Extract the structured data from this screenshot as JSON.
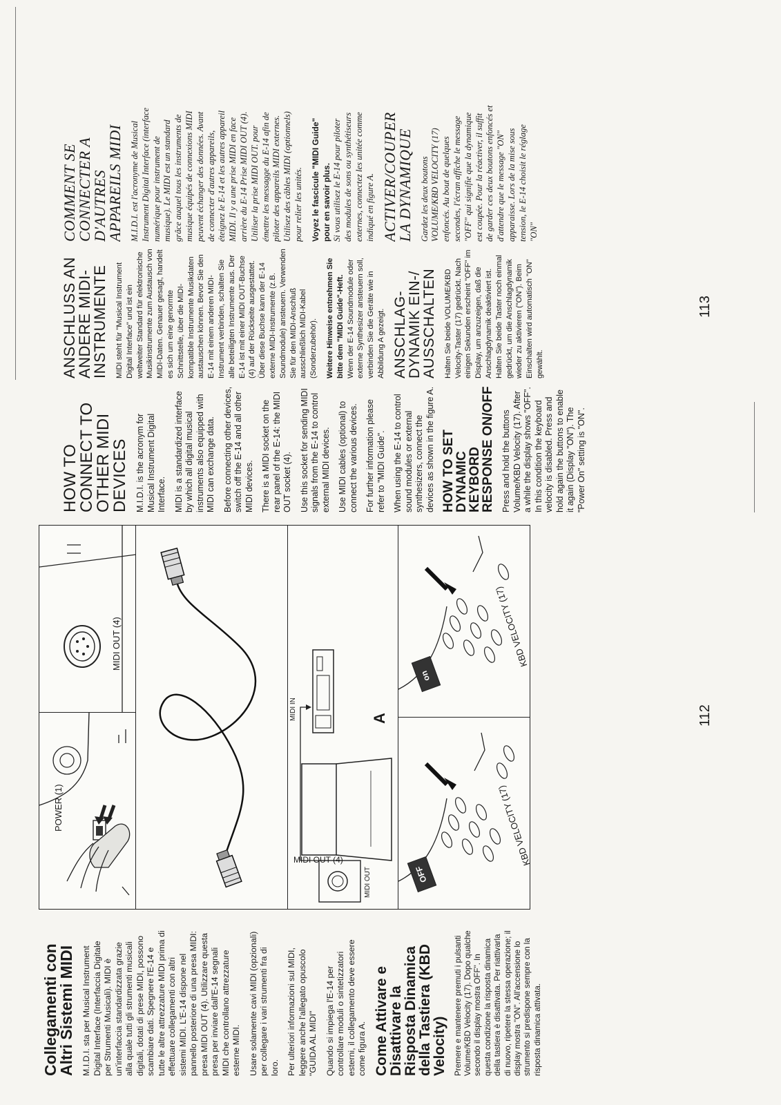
{
  "it": {
    "title": "Collegamenti con Altri Sistemi MIDI",
    "p1": "M.I.D.I. sta per Musical Instrument Digital Interface (Interfaccia Digitale per Strumenti Musicali). MIDI è un'interfaccia standardizzata grazie alla quale tutti gli strumenti musicali digitali, dotati di prese MIDI, possono scambiare dati. Spegnere l'E-14 e tutte le altre attrezzature MIDI prima di effettuare collegamenti con altri sistemi MIDI. L'E-14 dispone nel pannello posteriore di una presa MIDI: presa MIDI OUT (4). Utilizzare questa presa per inviare dall'E-14 segnali MIDI che controllano attrezzature esterne MIDI.",
    "p2": "Usare solamente cavi MIDI (opzionali) per collegare i vari strumenti fra di loro.",
    "p3": "Per ulteriori informazioni sul MIDI, leggere anche l'allegato opuscolo \"GUIDA AL MIDI\"",
    "p4": "Quando si impiega l'E-14 per controllare moduli o sintetizzatori esterni, il collegamento deve essere come figura A.",
    "title2": "Come Attivare e Disattivare la Risposta Dinamica della Tastiera (KBD Velocity)",
    "p5": "Premere e mantenere premuti i pulsanti Volume/KBD Velocity (17). Dopo qualche secondo il display mostra OFF\". In questa condizione la risposta dinamica della tastiera è disattivata. Per riattivarla di nuovo, ripetere la stessa operazione; il display mostra \"ON\". All'accensione lo strumento si predispone sempre con la risposta dinamica attivata."
  },
  "figures": {
    "power_label": "POWER (1)",
    "midi_out_label": "MIDI OUT (4)",
    "midi_out_socket_label": "MIDI OUT (4)",
    "midi_out_small": "MIDI OUT",
    "midi_in_label": "MIDI IN",
    "figure_letter": "A",
    "kbd_velocity_label_left": "KBD VELOCITY (17)",
    "kbd_velocity_label_right": "KBD VELOCITY (17)",
    "display_off": "OFF",
    "display_on": "on"
  },
  "page_left": "112",
  "page_right": "113",
  "en": {
    "title": "HOW TO CONNECT TO OTHER MIDI DEVICES",
    "p1": "M.I.D.I. is the acronym for Musical Instrument Digital Interface.",
    "p2": "MIDI is a standardized interface by which all digital musical instruments also equipped with MIDI can exchange data.",
    "p3": "Before connecting other devices, switch off the E-14 and all other MIDI devices.",
    "p4": "There is a MIDI socket on the rear panel of the E-14: the MIDI OUT socket (4).",
    "p5": "Use this socket for sending MIDI signals from the E-14 to control external MIDI devices.",
    "p6": "Use MIDI cables (optional) to connect the various devices.",
    "p7": "For further information please refer to \"MIDI Guide\".",
    "p8": "When using the E-14 to control sound modules or external synthesizers, connect the devices as shown in the figure A.",
    "title2": "HOW TO SET DYNAMIC KEYBORD RESPONSE ON/OFF",
    "p9": "Press and hold the buttons Volume/KBD Velocity (17). After a while the display shows \"OFF\". In this condition the keyboard velocity is disabled. Press and hold again the buttons to enable it again (Display \"ON\"). The \"Power On\" setting is \"ON\"."
  },
  "de": {
    "title": "ANSCHLUSS AN ANDERE MIDI-INSTRUMENTE",
    "p1": "MIDI steht für \"Musical Instrument Digital Interface\" und ist ein weltweiter Standard für elektronische Musikinstrumente zum Austausch von MIDI-Daten. Genauer gesagt, handelt es sich um eine genormte Schnittstelle, über die MIDI-kompatible Instrumente Musikdaten austauschen können. Bevor Sie den E-14 mit einem anderen MIDI-Instrument verbinden, schalten Sie alle beteiligten Instrumente aus. Der E-14 ist mit einer MIDI OUT-Buchse (4) auf der Rückseite ausgestattet. Über diese Buchse kann der E-14 externe MIDI-Instrumente (z.B. Soundmodule) ansteuern. Verwenden Sie für den MIDI-Anschluß ausschließlich MIDI-Kabel (Sonderzubehör).",
    "p2_bold": "Weitere Hinweise entnehmen Sie bitte dem \"MIDI Guide\"-Heft.",
    "p3": "Wenn der E-14 Soundmodule oder externe Synthesizer ansteuern soll, verbinden Sie die Geräte wie in Abbildung A gezeigt.",
    "title2": "ANSCHLAG-DYNAMIK EIN-/ AUSSCHALTEN",
    "p4": "Halten Sie beide VOLUME/KBD Velocity-Taster (17) gedrückt. Nach einigen Sekunden erscheint \"OFF\" im Display, um anzuzeigen, daß die Anschlagdynamik deaktiviert ist. Halten Sie beide Taster noch einmal gedrückt, um die Anschlagdynamik wieder zu aktivieren (\"ON\"). Beim Einschalten wird automatisch \"ON\" gewählt."
  },
  "fr": {
    "title": "COMMENT SE CONNECTER A D'AUTRES APPAREILS MIDI",
    "p1": "M.I.D.I. est l'acronyme de Musical Instrument Digital Interface (interface numérique pour instrument de musique). Le MIDI est un standard grâce auquel tous les instruments de musique équipés de connexions MIDI peuvent échanger des données. Avant de connecter d'autres appareils, éteignez le E-14 et les autres appareil MIDI. Il y a une prise MIDI en face arrière du E-14 Prise MIDI OUT (4). Utiliser la prise MIDI OUT. pour émettre les messagge du E-14 afin de piloter des appareils MIDI externes. Utilisez des câbles MIDI (optionnels) pour relier les unités.",
    "p2_bold": "Voyez le fascicule \"MIDI Guide\" pour en savoir plus.",
    "p3": "Si vous utilisez le E-14 pour piloter des modules de sons ou synthétiseurs externes, connectez les unitée comme indiqué en figure A.",
    "title2": "ACTIVER/COUPER LA DYNAMIQUE",
    "p4": "Gardez les deux boutons VOLUME/KBD VELOCITY (17) enfoncés. Au bout de quelques secondes, l'écran affiche le message \"OFF\" qui signifie que la dynamique est coupée. Pour la réactiver, il suffit de garder ces deux boutons enfoncés et d'attendre que le message \"ON\" apparaisse. Lors de la mise sous tension, le E-14 choisit le réglage \"ON\""
  }
}
